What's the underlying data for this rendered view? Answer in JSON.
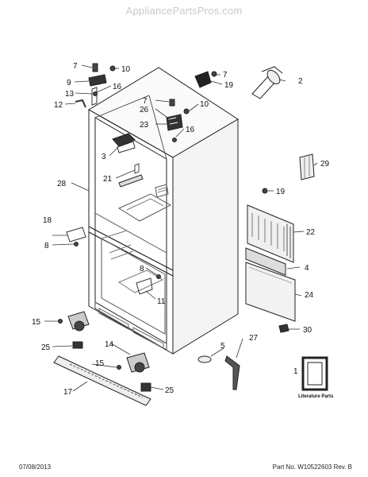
{
  "watermark": "AppliancePartsPros.com",
  "footer": {
    "date": "07/08/2013",
    "part_no": "Part No.  W10522603  Rev. B"
  },
  "literature_label": "Literature Parts",
  "callouts": {
    "c7a": "7",
    "c10a": "10",
    "c9": "9",
    "c16a": "16",
    "c13": "13",
    "c12": "12",
    "c7b": "7",
    "c19a": "19",
    "c2": "2",
    "c7c": "7",
    "c26": "26",
    "c10b": "10",
    "c23": "23",
    "c16b": "16",
    "c3": "3",
    "c21": "21",
    "c28": "28",
    "c29": "29",
    "c19b": "19",
    "c18": "18",
    "c22": "22",
    "c8a": "8",
    "c8b": "8",
    "c4": "4",
    "c11": "11",
    "c24": "24",
    "c15a": "15",
    "c30": "30",
    "c14": "14",
    "c25a": "25",
    "c5": "5",
    "c27": "27",
    "c15b": "15",
    "c1": "1",
    "c17": "17",
    "c25b": "25"
  }
}
